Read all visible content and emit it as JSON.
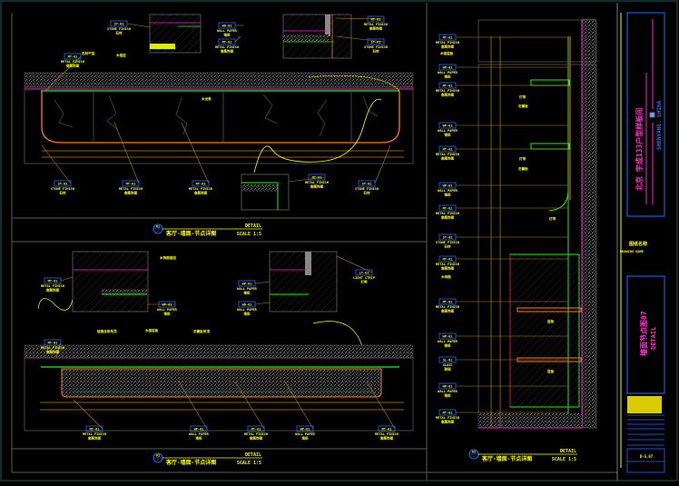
{
  "drawing": {
    "title_block": {
      "project_name": "北京 宇成133户型样板间",
      "project_location": "SHENYANG. CHINA",
      "section_header": "图纸名称",
      "section_sub": "DRAWING NAME",
      "sheet_title": "墙面节点图07",
      "sheet_title_en": "DETAIL",
      "sheet_no": "D-5.07"
    },
    "details": [
      {
        "id": "detail-1",
        "number": "01",
        "sheet": "-",
        "name": "客厅-墙面-节点详图",
        "type": "DETAIL",
        "scale": "SCALE 1:5"
      },
      {
        "id": "detail-2",
        "number": "02",
        "sheet": "-",
        "name": "客厅-墙面-节点详图",
        "type": "DETAIL",
        "scale": "SCALE 1:5"
      },
      {
        "id": "detail-3",
        "number": "03",
        "sheet": "-",
        "name": "客厅-墙面-节点详图",
        "type": "DETAIL",
        "scale": "SCALE 1:5"
      }
    ],
    "callouts": {
      "top": [
        {
          "code": "MT-01",
          "text": "METAL FINISH",
          "sub": "金属饰面"
        },
        {
          "code": "ST-01",
          "text": "STONE FINISH",
          "sub": "石材"
        },
        {
          "code": "WD-01",
          "text": "WALL PAPER",
          "sub": "墙纸"
        },
        {
          "code": "MT-01",
          "text": "METAL FINISH",
          "sub": "金属饰面"
        },
        {
          "code": "MT-01",
          "text": "METAL FINISH",
          "sub": "金属饰面"
        },
        {
          "code": "ST-01",
          "text": "STONE FINISH",
          "sub": "石材"
        },
        {
          "code": "ST-01",
          "text": "STONE FINISH",
          "sub": "石材"
        },
        {
          "code": "MT-01",
          "text": "METAL FINISH",
          "sub": "金属饰面"
        },
        {
          "code": "MT-01",
          "text": "METAL FINISH",
          "sub": "金属饰面"
        },
        {
          "code": "MT-01",
          "text": "METAL FINISH",
          "sub": "金属饰面"
        },
        {
          "code": "ST-01",
          "text": "STONE FINISH",
          "sub": "石材"
        }
      ],
      "top_notes": [
        "木基层",
        "石材干挂",
        "木龙骨"
      ],
      "middle": [
        {
          "code": "MT-01",
          "text": "METAL FINISH",
          "sub": "金属饰面"
        },
        {
          "code": "WP-01",
          "text": "WALL PAPER",
          "sub": "墙纸"
        },
        {
          "code": "WD-01",
          "text": "WALL PAPER",
          "sub": "墙纸"
        },
        {
          "code": "MT-01",
          "text": "METAL FINISH",
          "sub": "金属饰面"
        },
        {
          "code": "WP-01",
          "text": "WALL PAPER",
          "sub": "墙纸"
        },
        {
          "code": "LT-01",
          "text": "LIGHT STRIP",
          "sub": "灯带"
        }
      ],
      "middle_notes": [
        "轻钢龙骨吊顶",
        "木基层板",
        "石膏板吊顶",
        "木饰面基层"
      ],
      "bottom": [
        {
          "code": "MT-01",
          "text": "METAL FINISH",
          "sub": "金属饰面"
        },
        {
          "code": "WP-01",
          "text": "WALL PAPER",
          "sub": "墙纸"
        },
        {
          "code": "MT-01",
          "text": "METAL FINISH",
          "sub": "金属饰面"
        },
        {
          "code": "WP-01",
          "text": "WALL PAPER",
          "sub": "墙纸"
        },
        {
          "code": "MT-01",
          "text": "METAL FINISH",
          "sub": "金属饰面"
        }
      ],
      "right": [
        {
          "code": "MT-01",
          "text": "METAL FINISH",
          "sub": "金属饰面"
        },
        {
          "code": "WP-01",
          "text": "WALL PAPER",
          "sub": "墙纸"
        },
        {
          "code": "MT-01",
          "text": "METAL FINISH",
          "sub": "金属饰面"
        },
        {
          "code": "WP-01",
          "text": "WALL PAPER",
          "sub": "墙纸"
        },
        {
          "code": "MT-01",
          "text": "METAL FINISH",
          "sub": "金属饰面"
        },
        {
          "code": "WP-01",
          "text": "WALL PAPER",
          "sub": "墙纸"
        },
        {
          "code": "MT-01",
          "text": "METAL FINISH",
          "sub": "金属饰面"
        },
        {
          "code": "ST-01",
          "text": "STONE FINISH",
          "sub": "石材"
        },
        {
          "code": "MT-01",
          "text": "METAL FINISH",
          "sub": "金属饰面"
        },
        {
          "code": "MT-01",
          "text": "METAL FINISH",
          "sub": "金属饰面"
        },
        {
          "code": "WP-01",
          "text": "WALL PAPER",
          "sub": "墙纸"
        },
        {
          "code": "GL-01",
          "text": "GLASS",
          "sub": "玻璃"
        },
        {
          "code": "WP-01",
          "text": "WALL PAPER",
          "sub": "墙纸"
        },
        {
          "code": "MT-01",
          "text": "METAL FINISH",
          "sub": "金属饰面"
        }
      ],
      "right_notes": [
        "木基层板",
        "灯带",
        "石膏板",
        "灯带",
        "石膏板",
        "木饰面",
        "层板",
        "层板",
        "灯带"
      ]
    },
    "colors": {
      "background": "#000000",
      "frame": "#5a5a5a",
      "outer_border": "#1c4a4a",
      "text": "#ffff00",
      "callout_box": "#1e6bff",
      "leader": "#b8860b",
      "finish_green": "#22ee22",
      "magenta": "#ff22cc",
      "orange": "#ff7a1a",
      "teal": "#1f6b6b",
      "hatch": "#6a6a6a"
    }
  }
}
